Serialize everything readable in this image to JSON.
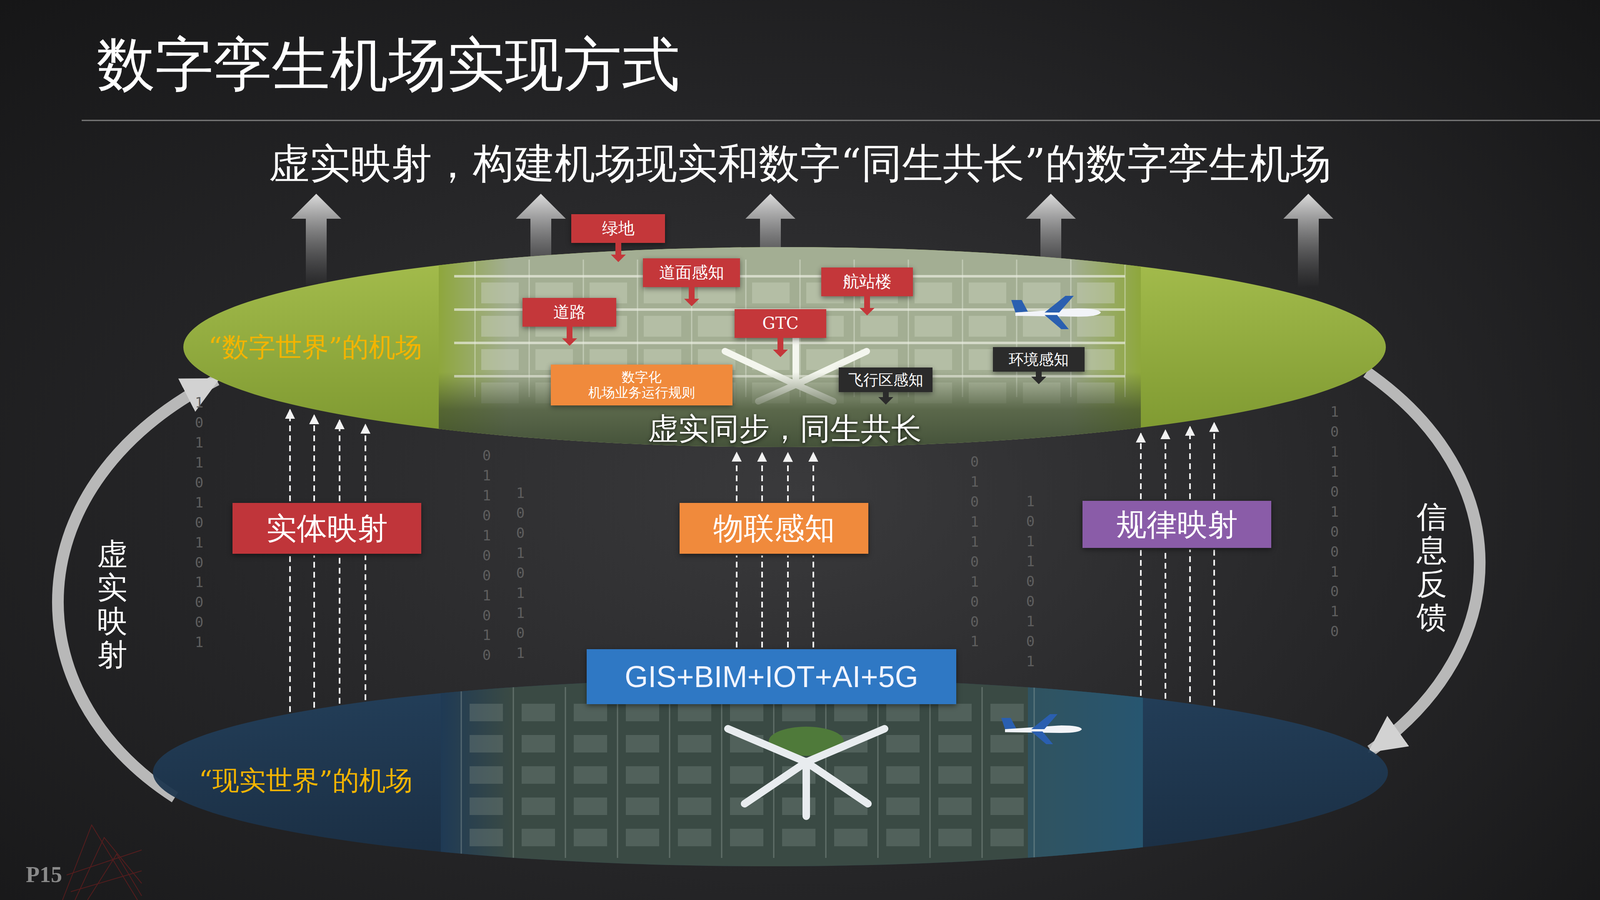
{
  "diagram": {
    "title": "数字孪生机场实现方式",
    "nodes": [
      {
        "text": [
          "“数字世界”的机场",
          "虚实同步，同生共长"
        ]
      },
      {
        "text": [
          "绿地"
        ],
        "in": 0
      },
      {
        "text": [
          "道面感知"
        ],
        "in": 0
      },
      {
        "text": [
          "航站楼"
        ],
        "in": 0
      },
      {
        "text": [
          "道路"
        ],
        "in": 0
      },
      {
        "text": [
          "GTC"
        ],
        "in": 0
      },
      {
        "text": [
          "数字化 机场业务运行规则"
        ],
        "in": 0
      },
      {
        "text": [
          "飞行区感知"
        ],
        "in": 0
      },
      {
        "text": [
          "环境感知"
        ],
        "in": 0
      },
      {
        "text": [
          "实体映射"
        ]
      },
      {
        "text": [
          "物联感知"
        ]
      },
      {
        "text": [
          "规律映射"
        ]
      },
      {
        "text": [
          "“现实世界”的机场"
        ]
      },
      {
        "text": [
          "GIS+BIM+IOT+AI+5G"
        ],
        "in": 12
      }
    ],
    "edges": [
      {
        "from": 12,
        "to": 9,
        "arrow": "none"
      },
      {
        "from": 9,
        "to": 0,
        "arrow": "to"
      },
      {
        "from": 13,
        "to": 10,
        "arrow": "none"
      },
      {
        "from": 10,
        "to": 0,
        "arrow": "to"
      },
      {
        "from": 12,
        "to": 11,
        "arrow": "none"
      },
      {
        "from": 11,
        "to": 0,
        "arrow": "to"
      },
      {
        "from": 12,
        "to": 0,
        "arrow": "to",
        "label": "虚实映射"
      },
      {
        "from": 0,
        "to": 12,
        "arrow": "to",
        "label": "信息反馈"
      }
    ],
    "labels": [
      "虚实映射，构建机场现实和数字“同生共长”的数字孪生机场",
      "1011010101001",
      "01101001010",
      "100101101",
      "0101101001",
      "101100101",
      "101101001010",
      "P15"
    ]
  }
}
